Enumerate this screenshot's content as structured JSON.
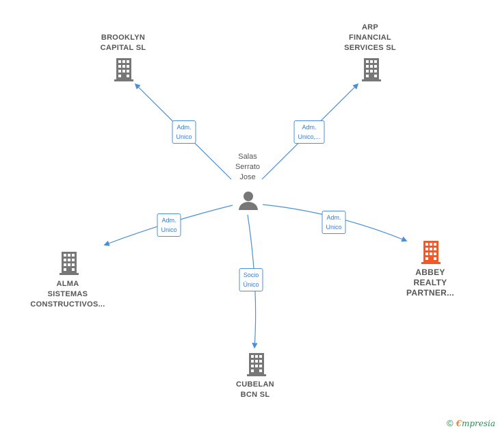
{
  "person": {
    "lines": [
      "Salas",
      "Serrato",
      "Jose"
    ]
  },
  "companies": {
    "brooklyn": {
      "lines": [
        "BROOKLYN",
        "CAPITAL  SL"
      ]
    },
    "arp": {
      "lines": [
        "ARP",
        "FINANCIAL",
        "SERVICES  SL"
      ]
    },
    "alma": {
      "lines": [
        "ALMA",
        "SISTEMAS",
        "CONSTRUCTIVOS..."
      ]
    },
    "abbey": {
      "lines": [
        "ABBEY",
        "REALTY",
        "PARTNER..."
      ]
    },
    "cubelan": {
      "lines": [
        "CUBELAN",
        "BCN  SL"
      ]
    }
  },
  "edges": {
    "brooklyn": {
      "lines": [
        "Adm.",
        "Unico"
      ]
    },
    "arp": {
      "lines": [
        "Adm.",
        "Unico,..."
      ]
    },
    "alma": {
      "lines": [
        "Adm.",
        "Unico"
      ]
    },
    "abbey": {
      "lines": [
        "Adm.",
        "Unico"
      ]
    },
    "cubelan": {
      "lines": [
        "Socio",
        "Único"
      ]
    }
  },
  "footer": {
    "copyright": "©",
    "brand_initial": "€",
    "brand_rest": "mpresia"
  },
  "colors": {
    "edge": "#4a90d9",
    "building": "#777777",
    "highlight_building": "#f05a28",
    "person": "#777777"
  }
}
